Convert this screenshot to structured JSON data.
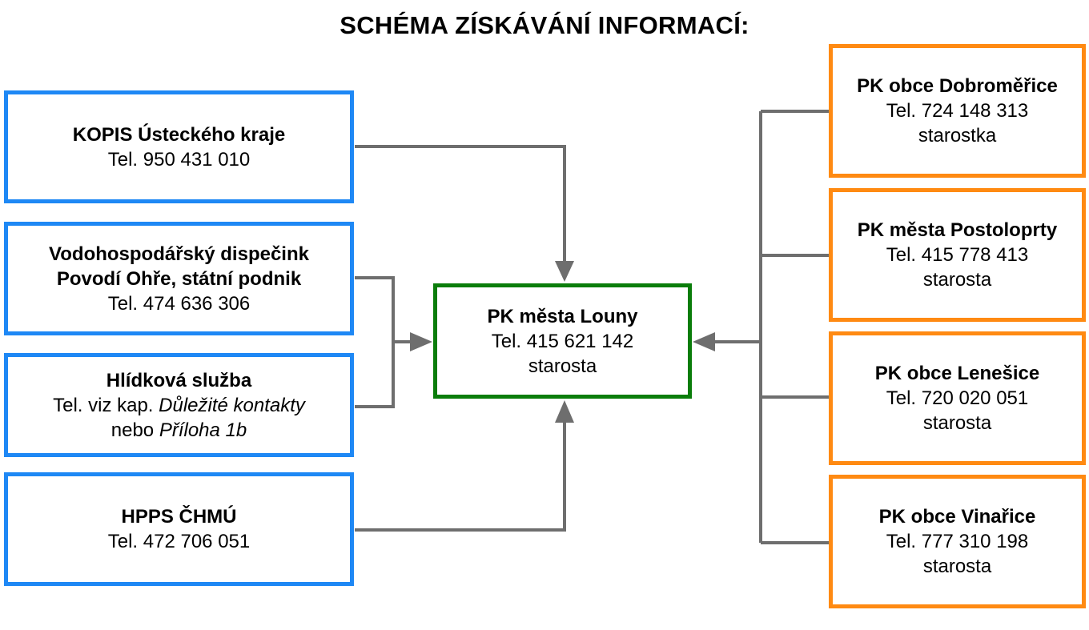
{
  "title": "SCHÉMA ZÍSKÁVÁNÍ INFORMACÍ:",
  "colors": {
    "left_border": "#1e88f5",
    "right_border": "#ff8a12",
    "center_border": "#0a7d0a",
    "connector": "#6e6e6e"
  },
  "center": {
    "name": "PK města Louny",
    "phone": "Tel. 415 621 142",
    "role": "starosta"
  },
  "left_sources": {
    "kopis": {
      "name": "KOPIS Ústeckého kraje",
      "phone": "Tel. 950 431 010"
    },
    "vodohospodarsky": {
      "name_line1": "Vodohospodářský dispečink",
      "name_line2": "Povodí Ohře, státní podnik",
      "phone": "Tel. 474 636 306"
    },
    "hlidkova": {
      "name": "Hlídková služba",
      "line2_prefix": "Tel. viz kap. ",
      "line2_italic": "Důležité kontakty",
      "line3_prefix": "nebo ",
      "line3_italic": "Příloha 1b"
    },
    "hpps": {
      "name": "HPPS ČHMÚ",
      "phone": "Tel. 472 706 051"
    }
  },
  "right_sources": [
    {
      "name": "PK obce Dobroměřice",
      "phone": "Tel. 724 148 313",
      "role": "starostka"
    },
    {
      "name": "PK města Postoloprty",
      "phone": "Tel. 415 778 413",
      "role": "starosta"
    },
    {
      "name": "PK obce Lenešice",
      "phone": "Tel. 720 020 051",
      "role": "starosta"
    },
    {
      "name": "PK obce Vinařice",
      "phone": "Tel. 777 310 198",
      "role": "starosta"
    }
  ]
}
